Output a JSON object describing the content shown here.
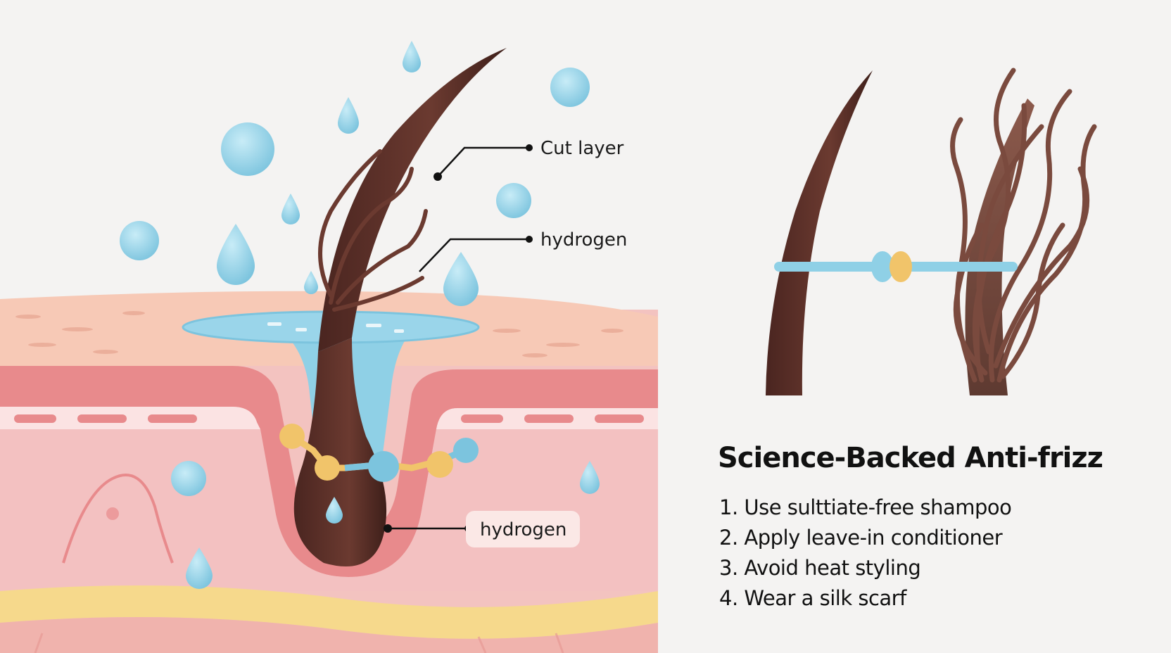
{
  "labels": {
    "cut_layer": "Cut layer",
    "hydrogen_upper": "hydrogen",
    "hydrogen_lower": "hydrogen"
  },
  "panel": {
    "title": "Science-Backed Anti-frizz",
    "steps": [
      "1. Use sulttiate-free shampoo",
      "2. Apply leave-in conditioner",
      "3. Avoid heat styling",
      "4. Wear a silk scarf"
    ]
  },
  "colors": {
    "background": "#f4f3f2",
    "hair": "#5a3028",
    "water": "#8fd0e6",
    "skin_top": "#f6c6b4",
    "skin_band": "#e98b8b",
    "dermis": "#f4c2c0",
    "fat_layer": "#f6d98c",
    "bond_node": "#f1c46a"
  },
  "icons": [
    "water-drop-icon",
    "bond-molecule-icon",
    "hair-strand-icon"
  ]
}
